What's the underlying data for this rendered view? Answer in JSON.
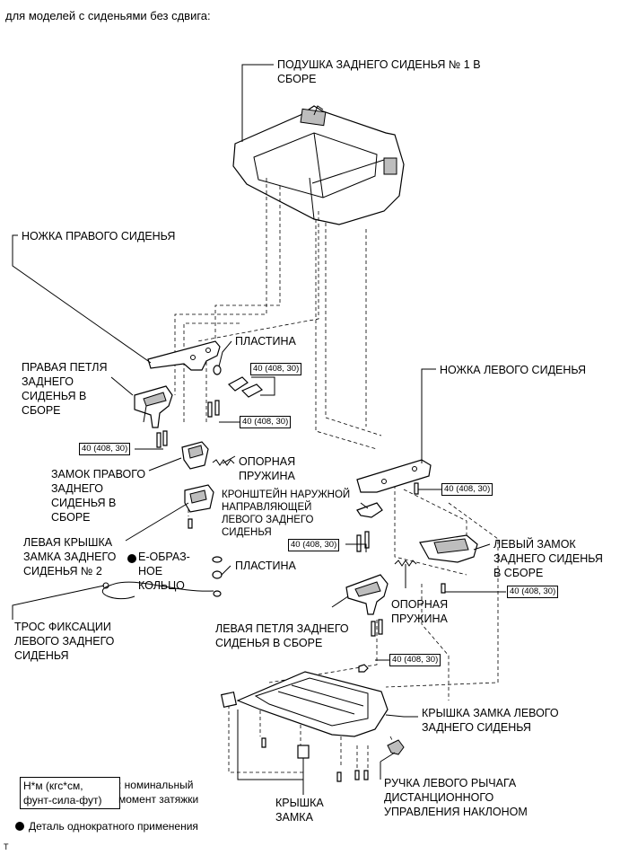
{
  "heading": "для моделей с сиденьями без сдвига:",
  "labels": {
    "cushion": "ПОДУШКА ЗАДНЕГО СИДЕНЬЯ № 1 В\nСБОРЕ",
    "right_leg": "НОЖКА ПРАВОГО СИДЕНЬЯ",
    "plate_top": "ПЛАСТИНА",
    "right_hinge": "ПРАВАЯ ПЕТЛЯ\nЗАДНЕГО\nСИДЕНЬЯ В\nСБОРЕ",
    "left_leg": "НОЖКА ЛЕВОГО СИДЕНЬЯ",
    "support_spring_1": "ОПОРНАЯ\nПРУЖИНА",
    "right_lock": "ЗАМОК ПРАВОГО\nЗАДНЕГО\nСИДЕНЬЯ В\nСБОРЕ",
    "bracket": "КРОНШТЕЙН НАРУЖНОЙ\nНАПРАВЛЯЮЩЕЙ\nЛЕВОГО ЗАДНЕГО\nСИДЕНЬЯ",
    "left_cover": "ЛЕВАЯ КРЫШКА\nЗАМКА ЗАДНЕГО\nСИДЕНЬЯ № 2",
    "e_ring": "Е-ОБРАЗ-\nНОЕ\nКОЛЬЦО",
    "plate_bottom": "ПЛАСТИНА",
    "left_lock": "ЛЕВЫЙ ЗАМОК\nЗАДНЕГО СИДЕНЬЯ\nВ СБОРЕ",
    "cable": "ТРОС ФИКСАЦИИ\nЛЕВОГО ЗАДНЕГО\nСИДЕНЬЯ",
    "left_hinge": "ЛЕВАЯ ПЕТЛЯ ЗАДНЕГО\nСИДЕНЬЯ В СБОРЕ",
    "support_spring_2": "ОПОРНАЯ\nПРУЖИНА",
    "left_lock_cover": "КРЫШКА ЗАМКА ЛЕВОГО\nЗАДНЕГО СИДЕНЬЯ",
    "handle": "РУЧКА ЛЕВОГО РЫЧАГА\nДИСТАНЦИОННОГО\nУПРАВЛЕНИЯ НАКЛОНОМ",
    "lock_cover": "КРЫШКА\nЗАМКА"
  },
  "torque": "40 (408, 30)",
  "legend": {
    "units": "Н*м (кгс*см,\nфунт-сила-фут)",
    "units_desc": ": номинальный\nмомент затяжки",
    "single_use": "Деталь однократного применения"
  },
  "corner_mark": "T"
}
